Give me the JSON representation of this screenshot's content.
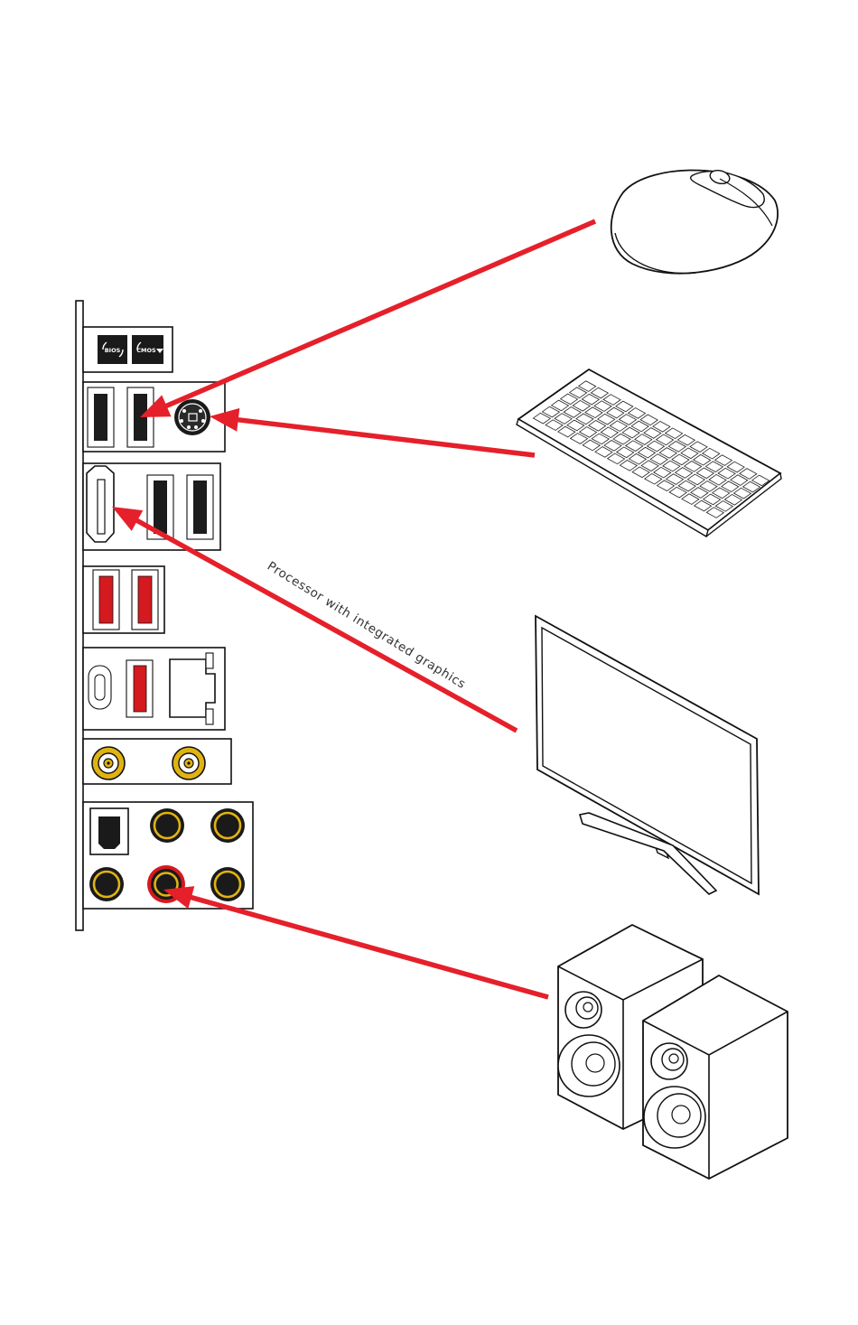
{
  "panel": {
    "badges": {
      "bios_label": "BIOS",
      "cmos_label": "CMOS"
    }
  },
  "connections": [
    {
      "device": "mouse",
      "port": "usb-a"
    },
    {
      "device": "keyboard",
      "port": "ps2"
    },
    {
      "device": "monitor",
      "port": "hdmi",
      "label": "Processor with integrated graphics"
    },
    {
      "device": "speakers",
      "port": "audio-line-out"
    }
  ],
  "colors": {
    "arrow": "#e5202a",
    "usb_red": "#d4191f",
    "gold": "#e0b312",
    "outline": "#111111"
  },
  "icons": [
    "mouse-icon",
    "keyboard-icon",
    "monitor-icon",
    "speakers-icon"
  ]
}
